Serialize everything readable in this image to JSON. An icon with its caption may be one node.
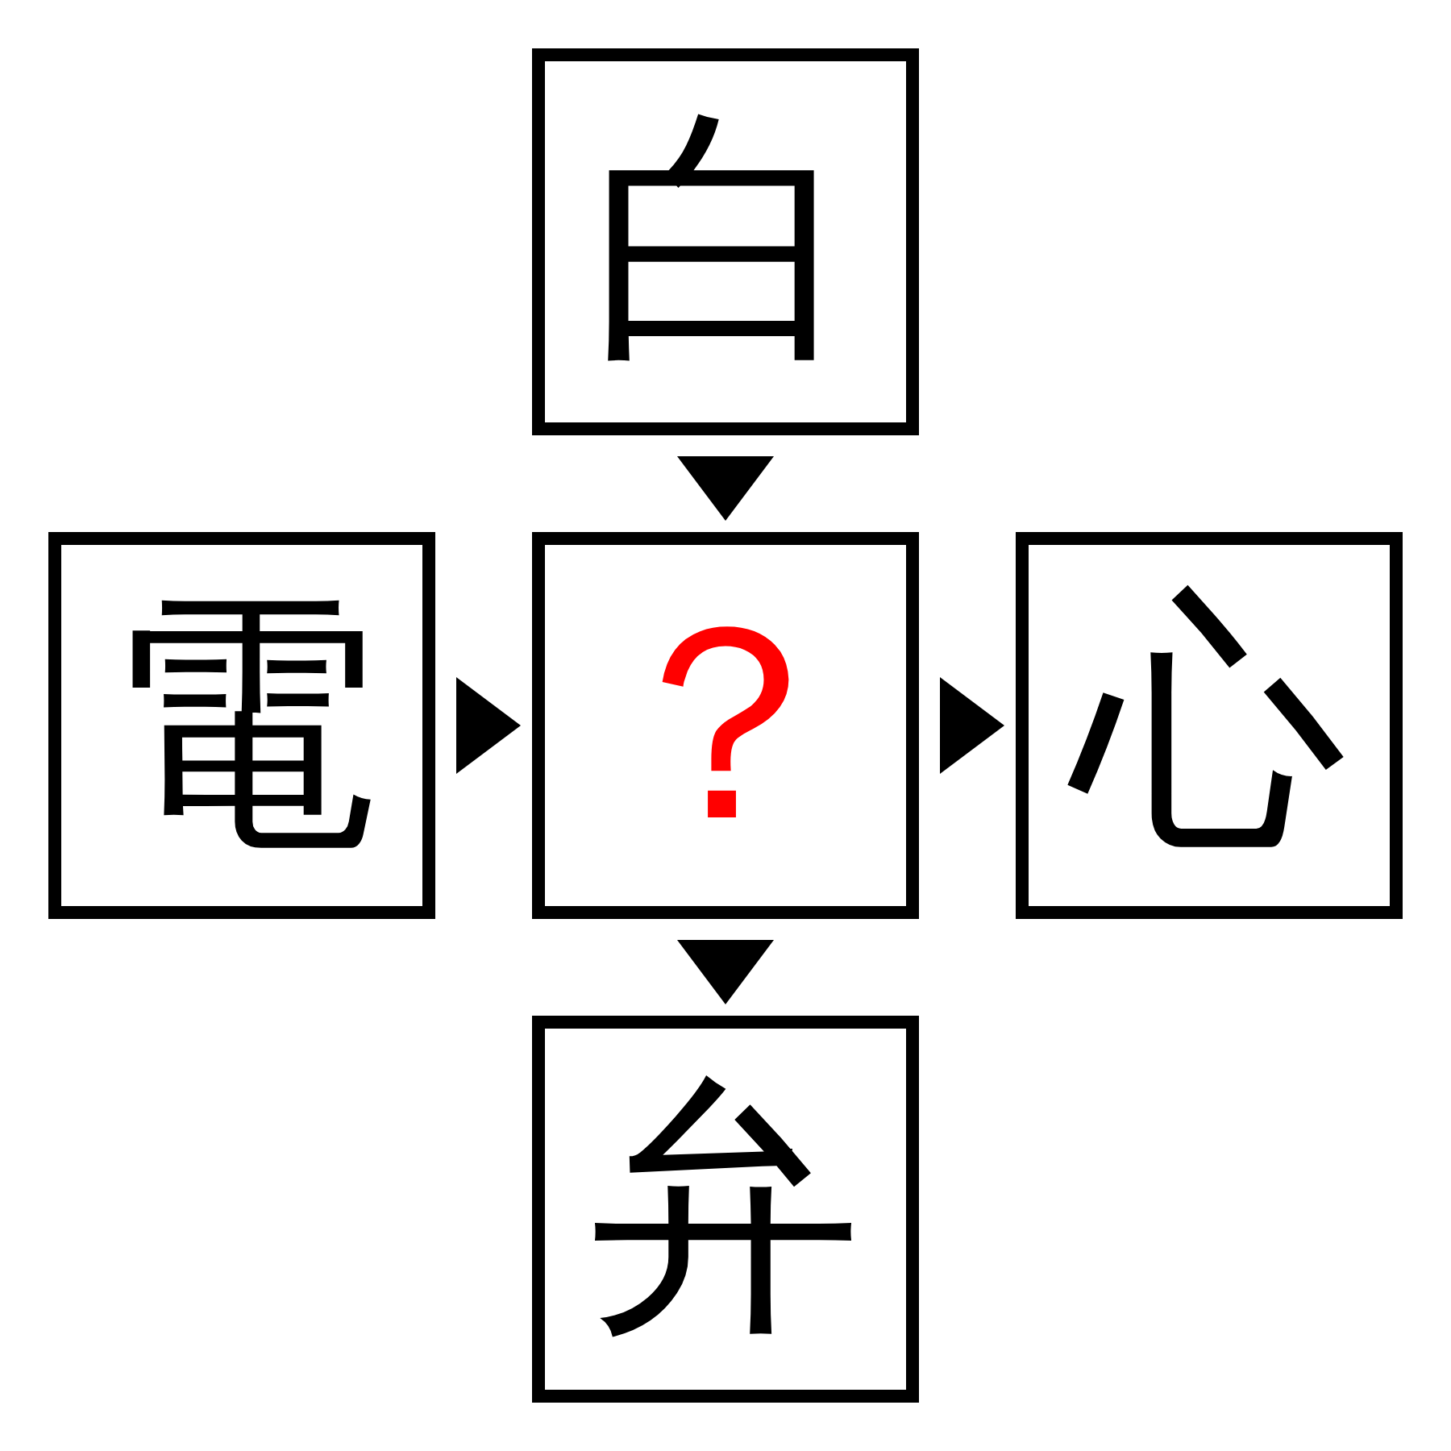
{
  "diagram": {
    "nodes": [
      {
        "text": [
          "白"
        ]
      },
      {
        "text": [
          "電"
        ]
      },
      {
        "text": [
          "？"
        ]
      },
      {
        "text": [
          "心"
        ]
      },
      {
        "text": [
          "弁"
        ]
      }
    ],
    "edges": [
      {
        "from": 0,
        "to": 2,
        "arrow": "to"
      },
      {
        "from": 1,
        "to": 2,
        "arrow": "to"
      },
      {
        "from": 2,
        "to": 3,
        "arrow": "to"
      },
      {
        "from": 2,
        "to": 4,
        "arrow": "to"
      }
    ]
  }
}
